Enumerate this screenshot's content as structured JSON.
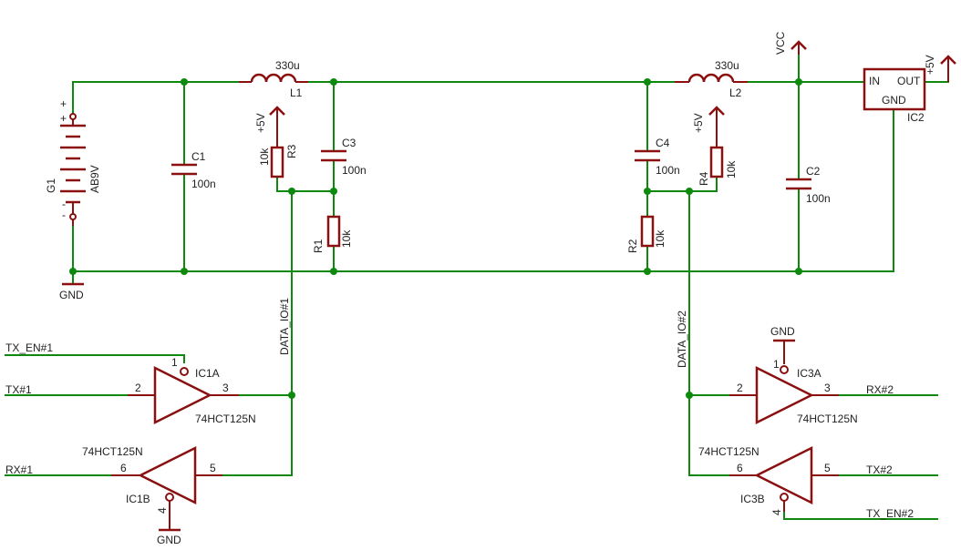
{
  "colors": {
    "wire": "#0d8a0d",
    "component": "#8b1010",
    "text": "#222222",
    "background": "#ffffff"
  },
  "labels": {
    "G1": "G1",
    "G1_type": "AB9V",
    "G1_plus": "+",
    "G1_minus": "-",
    "gnd_left": "GND",
    "C1": "C1",
    "C1_val": "100n",
    "L1": "L1",
    "L1_val": "330u",
    "C3": "C3",
    "C3_val": "100n",
    "R3": "R3",
    "R3_val": "10k",
    "R1": "R1",
    "R1_val": "10k",
    "plus5v_r3": "+5V",
    "C4": "C4",
    "C4_val": "100n",
    "L2": "L2",
    "L2_val": "330u",
    "R4": "R4",
    "R4_val": "10k",
    "R2": "R2",
    "R2_val": "10k",
    "plus5v_r4": "+5V",
    "VCC": "VCC",
    "C2": "C2",
    "C2_val": "100n",
    "IC2": "IC2",
    "IC2_in": "IN",
    "IC2_out": "OUT",
    "IC2_gnd": "GND",
    "plus5v_ic2": "+5V",
    "data_io1": "DATA_IO#1",
    "data_io2": "DATA_IO#2",
    "tx_en1": "TX_EN#1",
    "tx1": "TX#1",
    "rx1": "RX#1",
    "rx2": "RX#2",
    "tx2": "TX#2",
    "tx_en2": "TX_EN#2",
    "IC1A": "IC1A",
    "IC1B": "IC1B",
    "IC3A": "IC3A",
    "IC3B": "IC3B",
    "part_ic1a": "74HCT125N",
    "part_ic1b": "74HCT125N",
    "part_ic3a": "74HCT125N",
    "part_ic3b": "74HCT125N",
    "gnd_ic1b": "GND",
    "gnd_ic3a": "GND",
    "pin_1": "1",
    "pin_2": "2",
    "pin_3": "3",
    "pin_4": "4",
    "pin_5": "5",
    "pin_6": "6"
  }
}
